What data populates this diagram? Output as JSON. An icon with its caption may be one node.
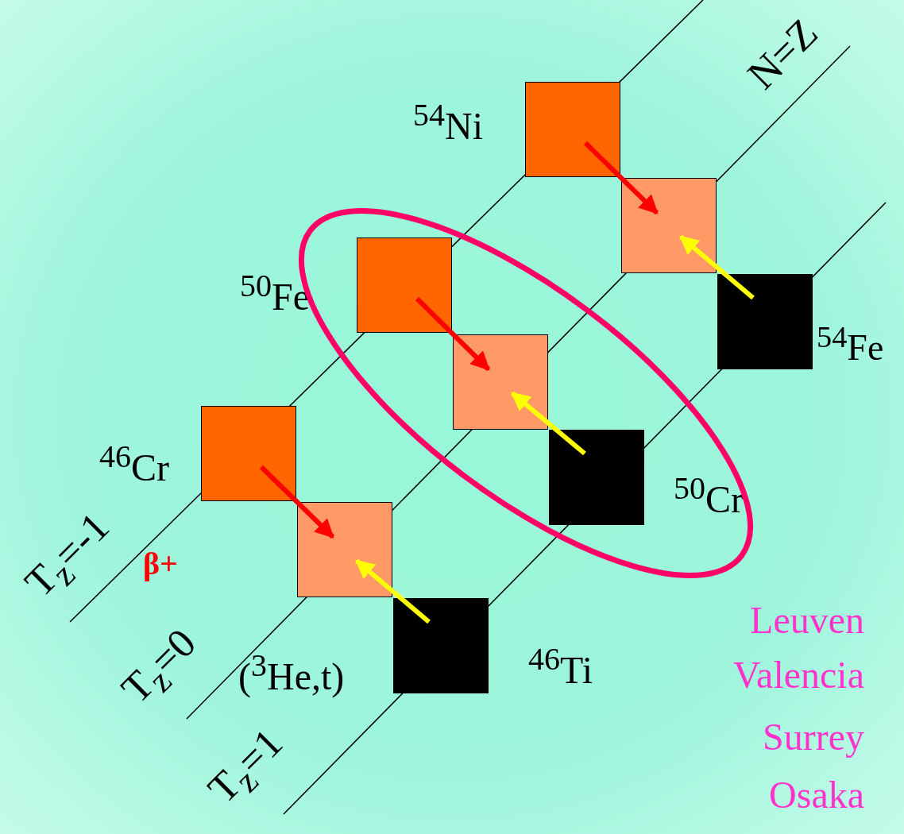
{
  "diagram": {
    "nodes": [
      {
        "text": [],
        "shape": "box",
        "beside": [
          "$^{54}$Ni"
        ]
      },
      {
        "text": [],
        "shape": "box"
      },
      {
        "text": [],
        "shape": "box",
        "beside": [
          "$^{50}$Fe"
        ]
      },
      {
        "text": [],
        "shape": "box",
        "beside": [
          "$^{54}$Fe"
        ]
      },
      {
        "text": [],
        "shape": "box"
      },
      {
        "text": [],
        "shape": "box",
        "beside": [
          "$^{46}$Cr"
        ]
      },
      {
        "text": [],
        "shape": "box",
        "beside": [
          "$^{50}$Cr"
        ]
      },
      {
        "text": [],
        "shape": "box"
      },
      {
        "text": [],
        "shape": "box",
        "beside": [
          "$^{46}$Ti"
        ]
      }
    ],
    "edges": [
      {
        "from": 0,
        "to": 1,
        "arrow": "to",
        "color": "#ff0000"
      },
      {
        "from": 3,
        "to": 1,
        "arrow": "to",
        "color": "#ffff00"
      },
      {
        "from": 2,
        "to": 4,
        "arrow": "to",
        "color": "#ff0000"
      },
      {
        "from": 6,
        "to": 4,
        "arrow": "to",
        "color": "#ffff00"
      },
      {
        "from": 5,
        "to": 7,
        "arrow": "to",
        "color": "#ff0000"
      },
      {
        "from": 8,
        "to": 7,
        "arrow": "to",
        "color": "#ffff00"
      }
    ],
    "labels": [
      "N=Z",
      "T$_{z}$=-1",
      "β+",
      "T$_{z}$=0",
      "($^{3}$He,t)",
      "T$_{z}$=1",
      "Leuven",
      "Valencia",
      "Surrey",
      "Osaka"
    ]
  }
}
